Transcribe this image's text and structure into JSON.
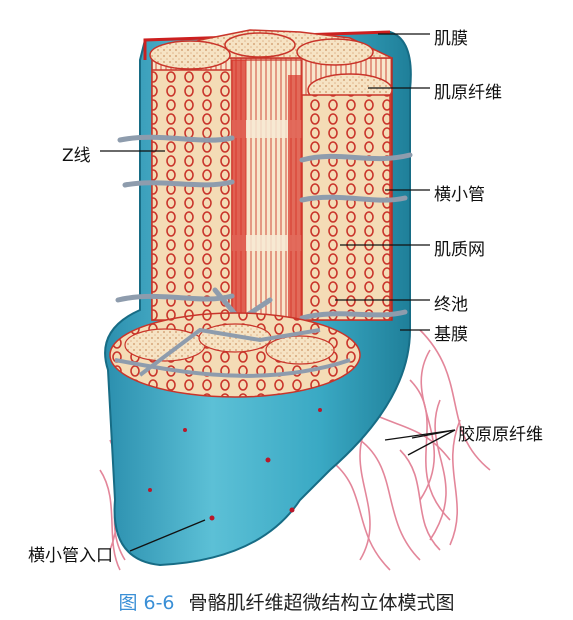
{
  "labels": {
    "sarcolemma": "肌膜",
    "myofibril": "肌原纤维",
    "z_line": "Z线",
    "t_tubule": "横小管",
    "sr": "肌质网",
    "terminal_cisterna": "终池",
    "basement_membrane": "基膜",
    "collagen": "胶原原纤维",
    "t_tubule_opening": "横小管入口"
  },
  "caption": {
    "number": "图 6-6",
    "title": "骨骼肌纤维超微结构立体模式图"
  },
  "colors": {
    "membrane_teal": "#3aa9c4",
    "membrane_dark": "#1f7f99",
    "fiber_beige": "#f3d9b0",
    "fiber_red": "#d8342a",
    "tubule_gray": "#9aa8b8",
    "collagen_pink": "#e07a90",
    "caption_blue": "#3a8fd6"
  }
}
